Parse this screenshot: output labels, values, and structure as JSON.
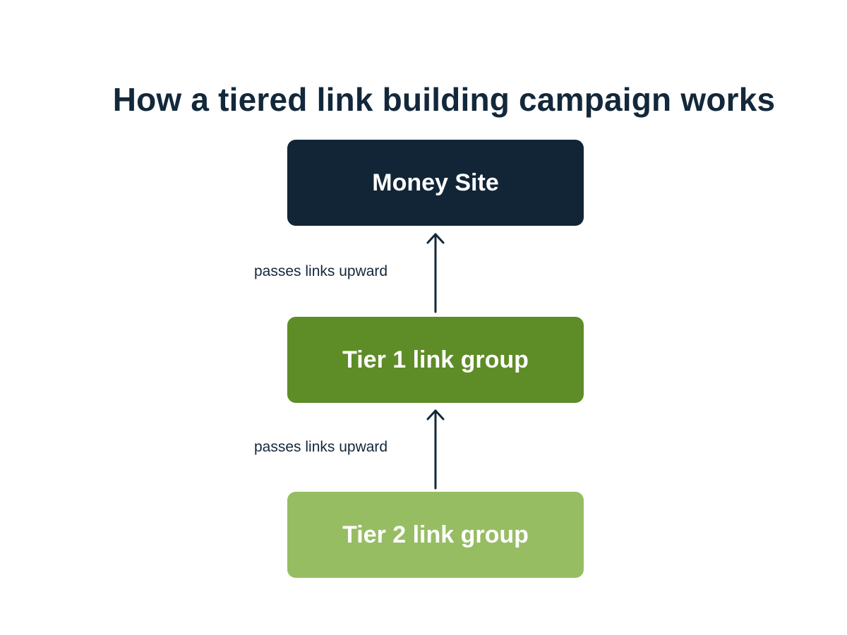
{
  "title": "How a tiered link building campaign works",
  "nodes": [
    {
      "id": "money-site",
      "label": "Money Site",
      "color": "#112536"
    },
    {
      "id": "tier-1",
      "label": "Tier 1 link group",
      "color": "#5e8c26"
    },
    {
      "id": "tier-2",
      "label": "Tier 2 link group",
      "color": "#97bd63"
    }
  ],
  "edges": [
    {
      "from": "tier-1",
      "to": "money-site",
      "label": "passes links upward"
    },
    {
      "from": "tier-2",
      "to": "tier-1",
      "label": "passes links upward"
    }
  ],
  "colors": {
    "text": "#13283a",
    "arrow": "#13283a",
    "background": "#ffffff"
  }
}
